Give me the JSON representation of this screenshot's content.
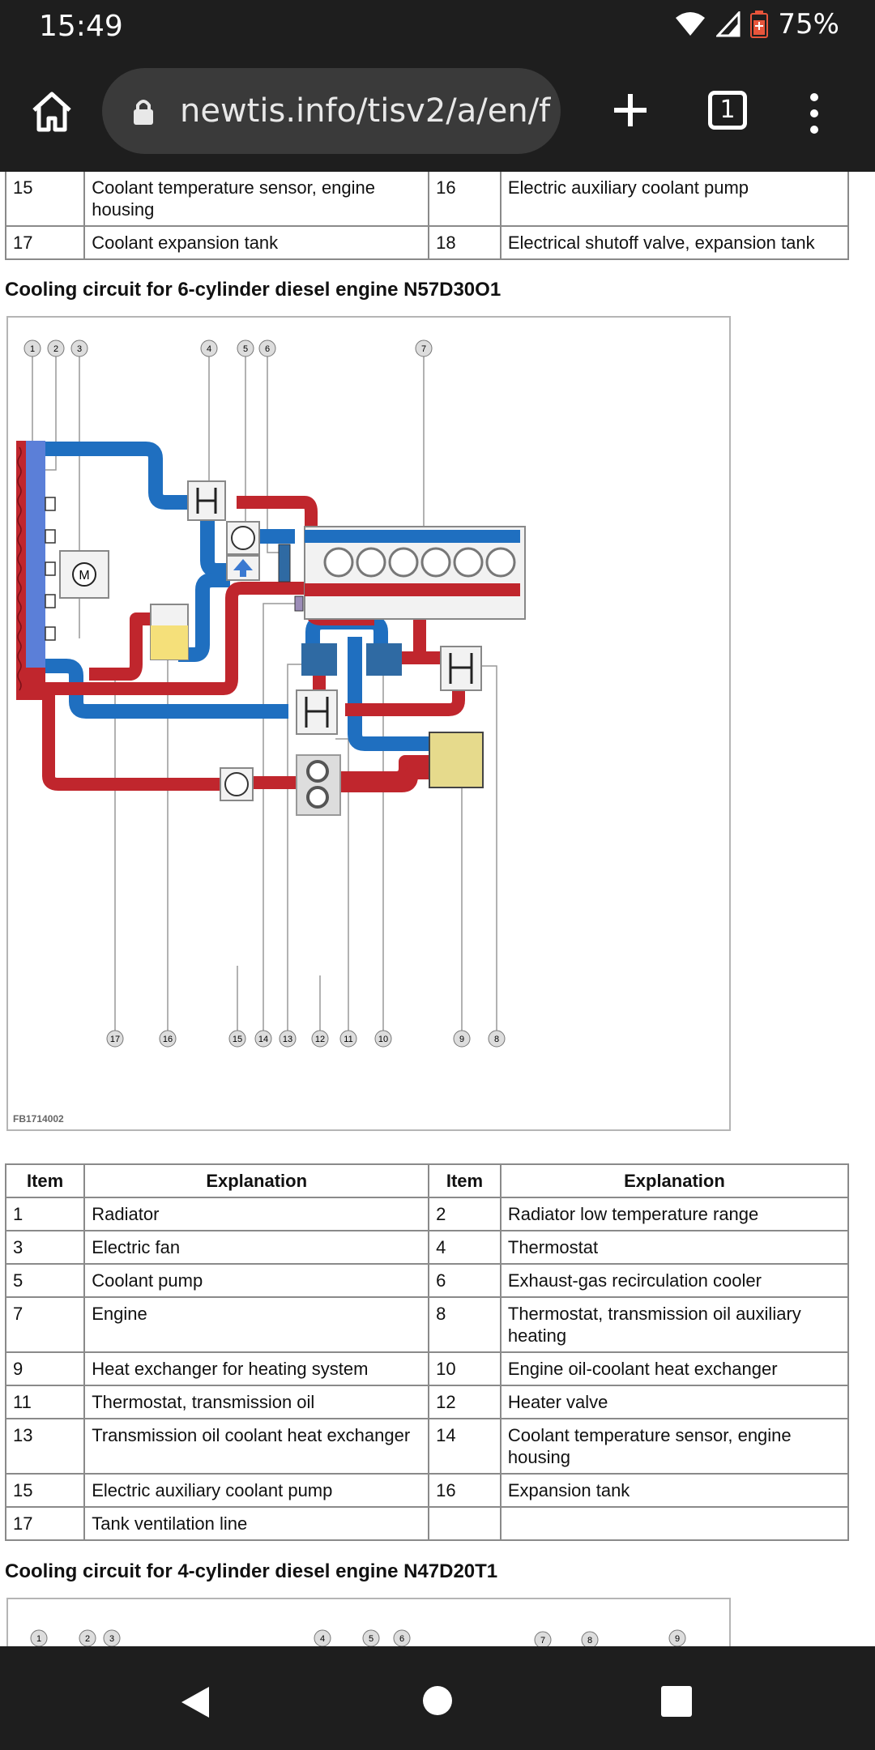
{
  "status": {
    "time": "15:49",
    "battery": "75%"
  },
  "browser": {
    "url": "newtis.info/tisv2/a/en/f",
    "tab_count": "1"
  },
  "top_table": {
    "rows": [
      [
        "15",
        "Coolant temperature sensor, engine housing",
        "16",
        "Electric auxiliary coolant pump"
      ],
      [
        "17",
        "Coolant expansion tank",
        "18",
        "Electrical shutoff valve, expansion tank"
      ]
    ]
  },
  "section1": {
    "heading": "Cooling circuit for 6-cylinder diesel engine N57D30O1",
    "figure_code": "FB1714002",
    "callouts": [
      "1",
      "2",
      "3",
      "4",
      "5",
      "6",
      "7",
      "8",
      "9",
      "10",
      "11",
      "12",
      "13",
      "14",
      "15",
      "16",
      "17"
    ]
  },
  "main_table": {
    "headers": [
      "Item",
      "Explanation",
      "Item",
      "Explanation"
    ],
    "rows": [
      [
        "1",
        "Radiator",
        "2",
        "Radiator low temperature range"
      ],
      [
        "3",
        "Electric fan",
        "4",
        "Thermostat"
      ],
      [
        "5",
        "Coolant pump",
        "6",
        "Exhaust-gas recirculation cooler"
      ],
      [
        "7",
        "Engine",
        "8",
        "Thermostat, transmission oil auxiliary heating"
      ],
      [
        "9",
        "Heat exchanger for heating system",
        "10",
        "Engine oil-coolant heat exchanger"
      ],
      [
        "11",
        "Thermostat, transmission oil",
        "12",
        "Heater valve"
      ],
      [
        "13",
        "Transmission oil coolant heat exchanger",
        "14",
        "Coolant temperature sensor, engine housing"
      ],
      [
        "15",
        "Electric auxiliary coolant pump",
        "16",
        "Expansion tank"
      ],
      [
        "17",
        "Tank ventilation line",
        "",
        ""
      ]
    ]
  },
  "section2": {
    "heading": "Cooling circuit for 4-cylinder diesel engine N47D20T1",
    "callouts": [
      "1",
      "2",
      "3",
      "4",
      "5",
      "6",
      "7",
      "8",
      "9"
    ]
  },
  "colors": {
    "hot": "#c0262d",
    "cold": "#1f6fc0",
    "chrome": "#1e1e1e"
  },
  "icons": [
    "wifi-icon",
    "signal-icon",
    "battery-icon",
    "home-icon",
    "lock-icon",
    "plus-icon",
    "tabs-icon",
    "menu-icon",
    "back-icon",
    "home-circle-icon",
    "recents-icon"
  ]
}
